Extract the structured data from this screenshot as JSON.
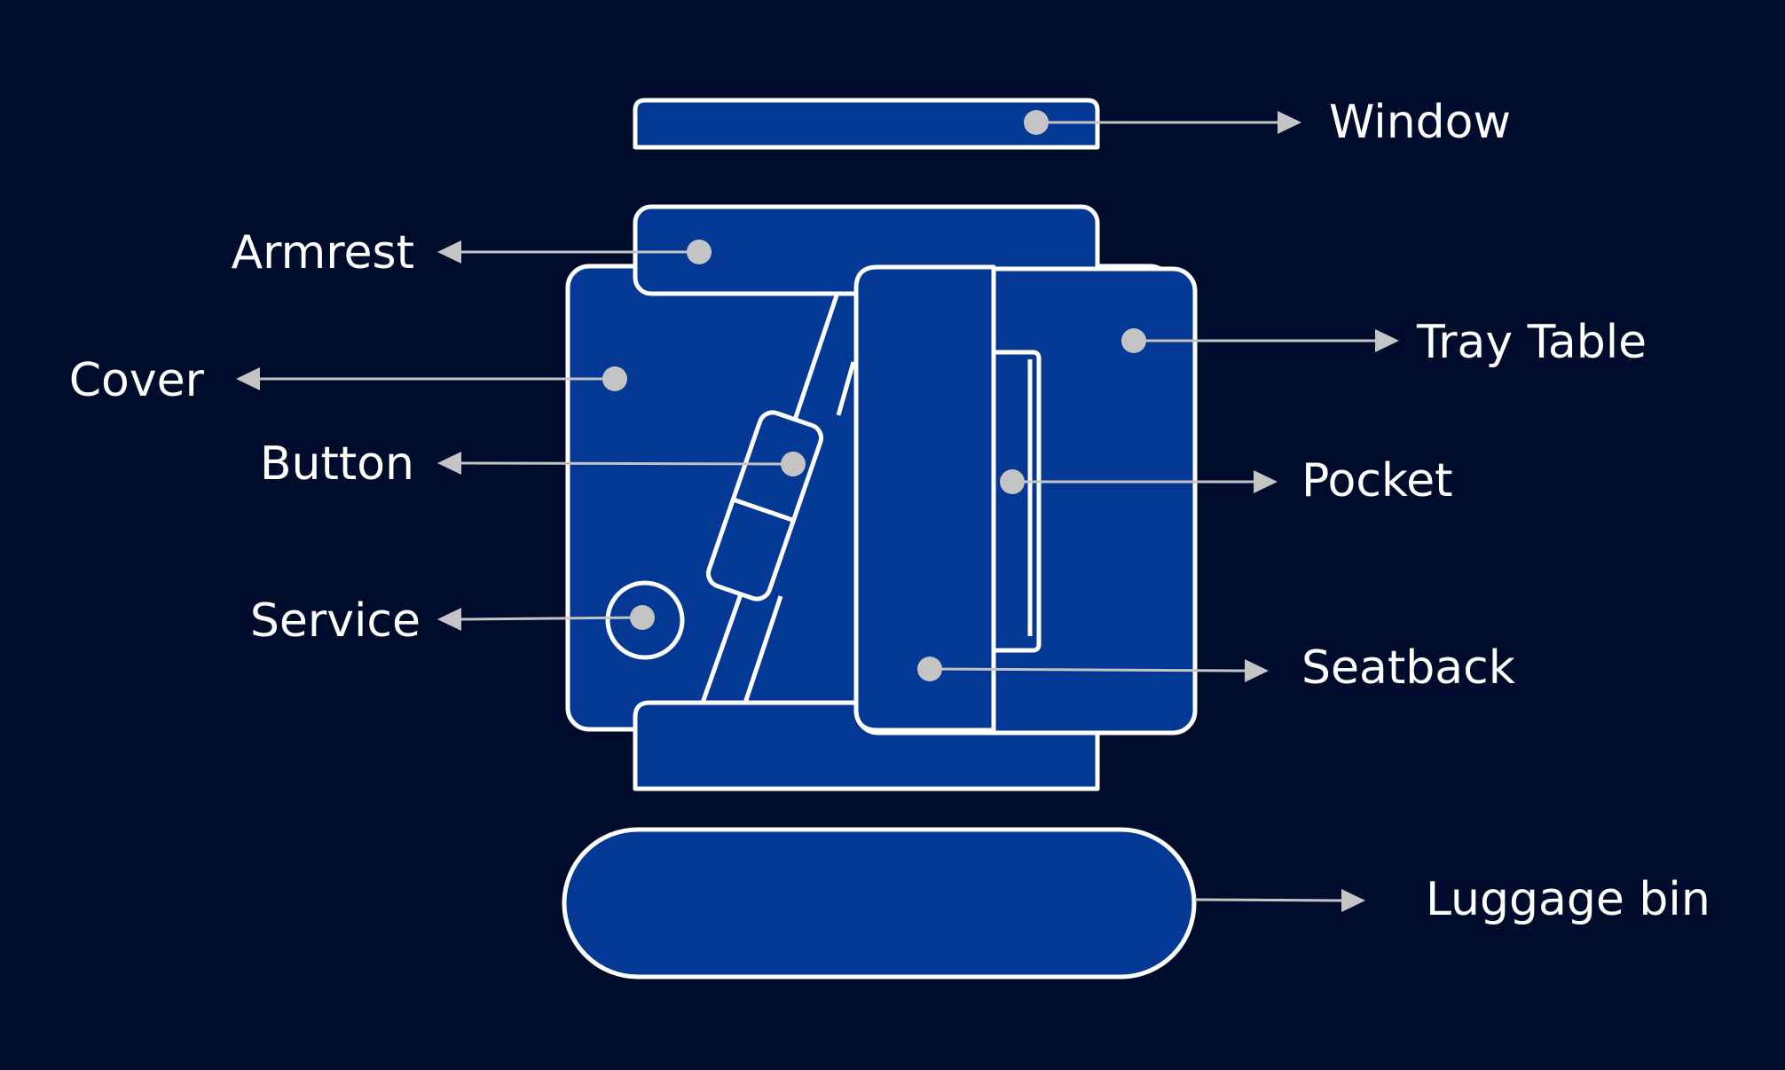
{
  "diagram": {
    "labels": {
      "window": "Window",
      "armrest": "Armrest",
      "cover": "Cover",
      "button": "Button",
      "service": "Service",
      "tray_table": "Tray Table",
      "pocket": "Pocket",
      "seatback": "Seatback",
      "luggage_bin": "Luggage bin"
    },
    "colors": {
      "background": "#000c2b",
      "part_fill": "#033995",
      "outline": "#ffffff",
      "leader": "#c4c4c4"
    }
  }
}
